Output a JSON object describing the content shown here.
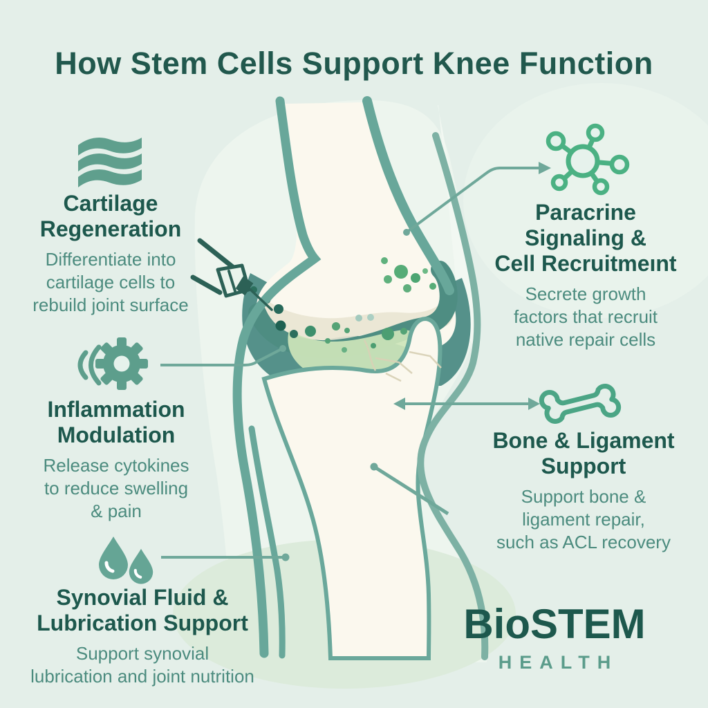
{
  "title": "How Stem Cells Support Knee Function",
  "sections": [
    {
      "id": "cartilage-regeneration",
      "icon": "waves-icon",
      "heading_lines": [
        "Cartilage",
        "Regeneration"
      ],
      "description_lines": [
        "Differentiate into",
        "cartilage cells to",
        "rebuild joint surface"
      ]
    },
    {
      "id": "paracrine-signaling",
      "icon": "molecule-icon",
      "heading_lines": [
        "Paracrine",
        "Signaling &",
        "Cell Recruitmeınt"
      ],
      "description_lines": [
        "Secrete growth",
        "factors that recruit",
        "native repair cells"
      ]
    },
    {
      "id": "inflammation-modulation",
      "icon": "gear-icon",
      "heading_lines": [
        "Inflammation",
        "Modulation"
      ],
      "description_lines": [
        "Release cytokines",
        "to reduce swelling",
        "& pain"
      ]
    },
    {
      "id": "bone-ligament-support",
      "icon": "bone-icon",
      "heading_lines": [
        "Bone & Ligament",
        "Support"
      ],
      "description_lines": [
        "Support bone &",
        "ligament repair,",
        "such as ACL recovery"
      ]
    },
    {
      "id": "synovial-fluid-lubrication",
      "icon": "droplets-icon",
      "heading_lines": [
        "Synovial Fluid &",
        "Lubrication Support"
      ],
      "description_lines": [
        "Support synovial",
        "lubrication and joint nutrition"
      ]
    }
  ],
  "logo": {
    "brand": "BioSTEM",
    "subtitle": "HEALTH"
  },
  "colors": {
    "background": "#e4efe9",
    "heading_text": "#1d584d",
    "body_text": "#4b8b7e",
    "icon_teal": "#5f9f8d",
    "icon_green_outline": "#4bb183",
    "connector": "#6fa89a",
    "bone_fill": "#fbf8ee",
    "cartilage_band": "#4e8d82",
    "capsule_teal": "#55918a",
    "meniscus_green": "#cde5ba",
    "cell_dot_green": "#56ac77",
    "injected_dot_teal": "#2b6f5d",
    "logo_sub": "#5b9c8b"
  }
}
